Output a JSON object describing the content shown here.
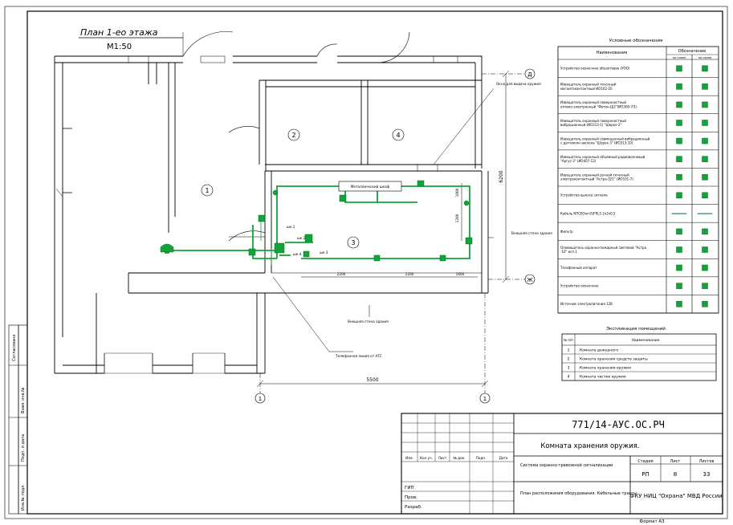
{
  "plan": {
    "title": "План 1-ео этажа",
    "scale": "М1:50"
  },
  "rooms": {
    "r1": "1",
    "r2": "2",
    "r3": "3",
    "r4": "4"
  },
  "axes": {
    "d": "Д",
    "zh": "Ж",
    "one_left": "1",
    "one_right": "1"
  },
  "annotations": {
    "window_note": "Окно для видача оружия",
    "metal_cabinet": "Металлический шкаф",
    "outer_wall_right": "Внешняя стена здания",
    "outer_wall_bottom": "Внешняя стена здания",
    "phone_line": "Телефонная линия от АТС",
    "box_shk1": "шк.1",
    "box_shk2": "шк.2",
    "box_shk3": "шк.3",
    "box_shk4": "шк.4"
  },
  "dimensions": {
    "width_total": "5500",
    "height_total": "6200",
    "seg_a": "2200",
    "seg_b": "2200",
    "seg_c": "1600",
    "vert_a": "1000",
    "vert_b": "1200"
  },
  "legend": {
    "title": "Условные обозначения",
    "col_name": "Наименование",
    "col_symbol": "Обозначение",
    "sub_plan": "на плане",
    "sub_scheme": "на схеме",
    "rows": [
      "Устройство оконечное объектовое (УОО)",
      "Извещатель охранный точечный магнитоконтактный ИО102-20",
      "Извещатель охранный поверхностный оптико-электронный \"Фотон-Ш2\"(ИО309-7/1)",
      "Извещатель охранный поверхностный вибрационный (ИО313-1) \"Шорох-2\"",
      "Извещатель охранный совмещенный вибрационный с датчиком наклона \"Шорох-3\" (ИО313-10)",
      "Извещатель охранный объемный радиоволновый \"Аргус-3\" (ИО407-12)",
      "Извещатель охранный ручной точечный электроконтактный \"Астра-321\" (ИО101-7)",
      "Устройство выноса сигнала",
      "Кабель КПСВЭнг(А)FRLS 2х2х0,5",
      "Фильтр",
      "Оповещатель охранно-пожарный световой \"Астра -10\" исп.1",
      "Телефонный аппарат",
      "Устройство оконечное",
      "Источник электропитания 12В"
    ]
  },
  "explication": {
    "title": "Экспликация помещений",
    "col_no": "№ п/п",
    "col_name": "Наименование",
    "rows": [
      {
        "no": "1",
        "name": "Комната дежурного"
      },
      {
        "no": "2",
        "name": "Комната хранения средств защиты"
      },
      {
        "no": "3",
        "name": "Комната хранения оружия"
      },
      {
        "no": "4",
        "name": "Комната чистки оружия"
      }
    ]
  },
  "titleblock": {
    "code": "771/14-АУС.ОС.РЧ",
    "object": "Комната хранения оружия.",
    "system": "Система охранно-тревожной сигнализации",
    "sheet_desc": "План расположения оборудования. Кабельные трассы",
    "org": "ФКУ НИЦ \"Охрана\" МВД России",
    "stage_label": "Стадия",
    "sheet_label": "Лист",
    "sheets_label": "Листов",
    "stage": "РП",
    "sheet": "8",
    "sheets": "33",
    "cols": [
      "Изм.",
      "Кол.уч.",
      "Лист",
      "№ док.",
      "Подп.",
      "Дата"
    ],
    "roles": [
      "ГИП",
      "Пров.",
      "Разраб."
    ],
    "format": "Формат А3"
  },
  "side_stamp": {
    "agreed": "Согласовано",
    "inv": "Взам. инв.№",
    "sign": "Подп. и дата",
    "inv_orig": "Инв.№ подл."
  }
}
